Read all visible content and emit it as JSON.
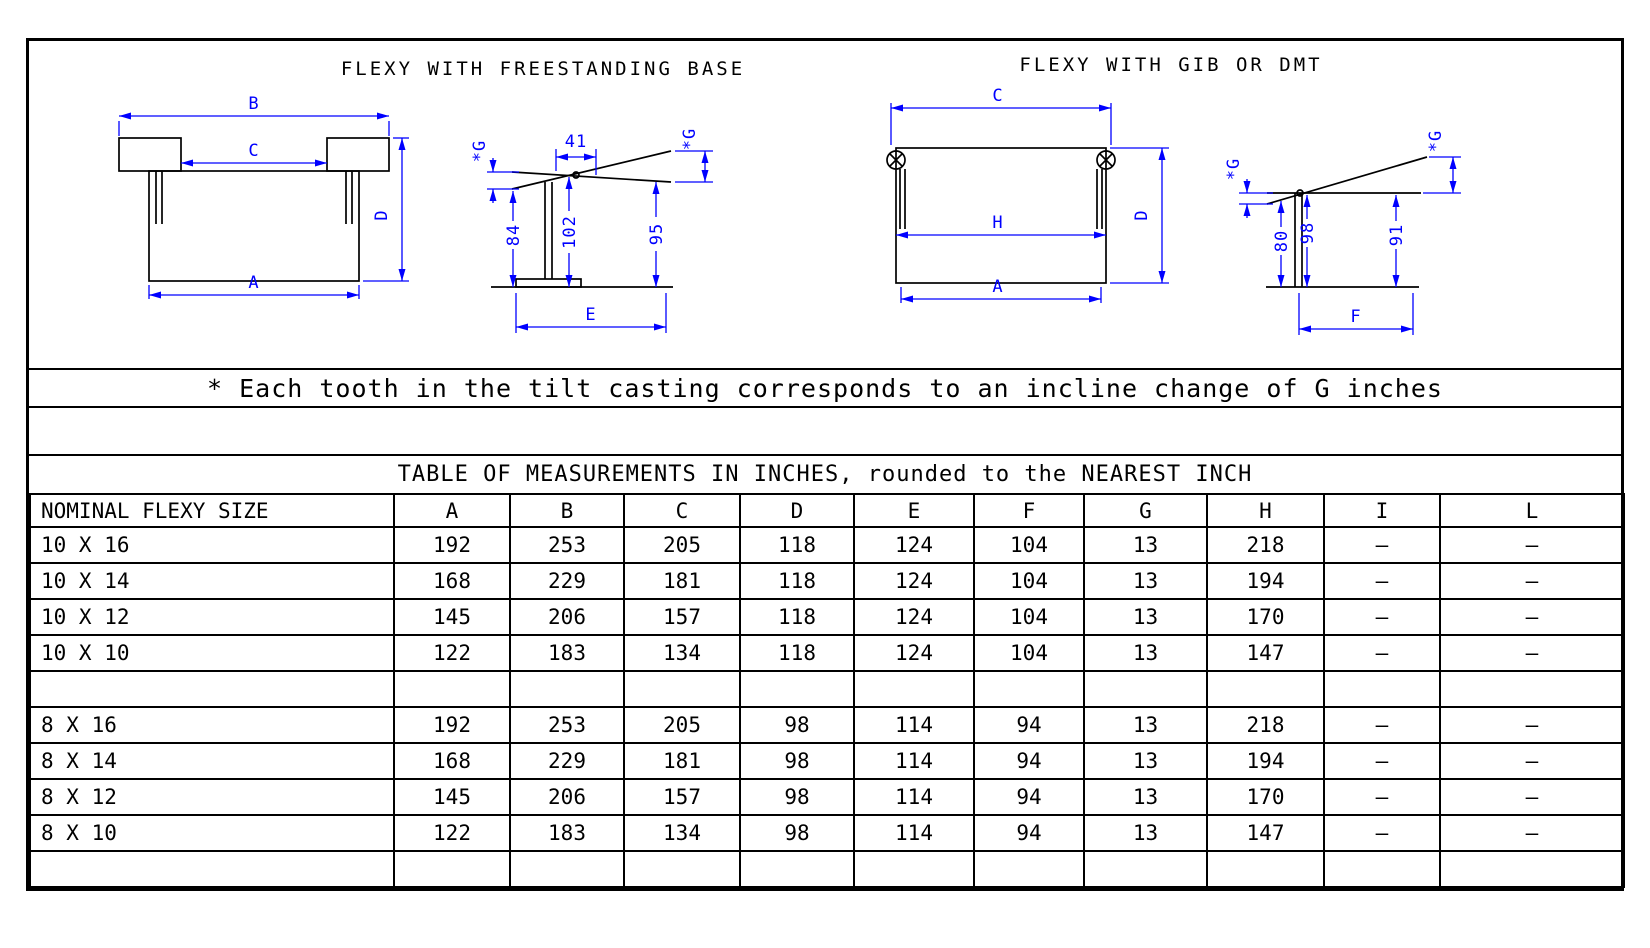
{
  "colors": {
    "dimension_blue": "#0000ff",
    "line_black": "#000000"
  },
  "diagrams": {
    "freestanding": {
      "title": "FLEXY WITH FREESTANDING BASE",
      "front": {
        "b": "B",
        "c": "C",
        "d": "D",
        "a": "A"
      },
      "side": {
        "top_offset": "41",
        "g_left": "*G",
        "g_right": "*G",
        "height_back": "84",
        "height_mid": "102",
        "height_front": "95",
        "e": "E"
      }
    },
    "gib": {
      "title": "FLEXY WITH GIB OR DMT",
      "front": {
        "c": "C",
        "h": "H",
        "d": "D",
        "a": "A"
      },
      "side": {
        "g_left": "*G",
        "g_right": "*G",
        "height_back": "80",
        "height_mid": "98",
        "height_front": "91",
        "f": "F"
      }
    }
  },
  "note": "* Each tooth in the tilt casting corresponds to an incline change of G inches",
  "table": {
    "title": "TABLE OF MEASUREMENTS IN INCHES, rounded to the NEAREST INCH",
    "headers": [
      "NOMINAL FLEXY SIZE",
      "A",
      "B",
      "C",
      "D",
      "E",
      "F",
      "G",
      "H",
      "I",
      "L"
    ],
    "rows": [
      {
        "size": "10 X 16",
        "values": [
          "192",
          "253",
          "205",
          "118",
          "124",
          "104",
          "13",
          "218",
          "–",
          "–"
        ]
      },
      {
        "size": "10 X 14",
        "values": [
          "168",
          "229",
          "181",
          "118",
          "124",
          "104",
          "13",
          "194",
          "–",
          "–"
        ]
      },
      {
        "size": "10 X 12",
        "values": [
          "145",
          "206",
          "157",
          "118",
          "124",
          "104",
          "13",
          "170",
          "–",
          "–"
        ]
      },
      {
        "size": "10 X 10",
        "values": [
          "122",
          "183",
          "134",
          "118",
          "124",
          "104",
          "13",
          "147",
          "–",
          "–"
        ]
      },
      {
        "size": "",
        "values": [
          "",
          "",
          "",
          "",
          "",
          "",
          "",
          "",
          "",
          ""
        ]
      },
      {
        "size": "8 X 16",
        "values": [
          "192",
          "253",
          "205",
          "98",
          "114",
          "94",
          "13",
          "218",
          "–",
          "–"
        ]
      },
      {
        "size": "8 X 14",
        "values": [
          "168",
          "229",
          "181",
          "98",
          "114",
          "94",
          "13",
          "194",
          "–",
          "–"
        ]
      },
      {
        "size": "8 X 12",
        "values": [
          "145",
          "206",
          "157",
          "98",
          "114",
          "94",
          "13",
          "170",
          "–",
          "–"
        ]
      },
      {
        "size": "8 X 10",
        "values": [
          "122",
          "183",
          "134",
          "98",
          "114",
          "94",
          "13",
          "147",
          "–",
          "–"
        ]
      },
      {
        "size": "",
        "values": [
          "",
          "",
          "",
          "",
          "",
          "",
          "",
          "",
          "",
          ""
        ]
      }
    ]
  }
}
